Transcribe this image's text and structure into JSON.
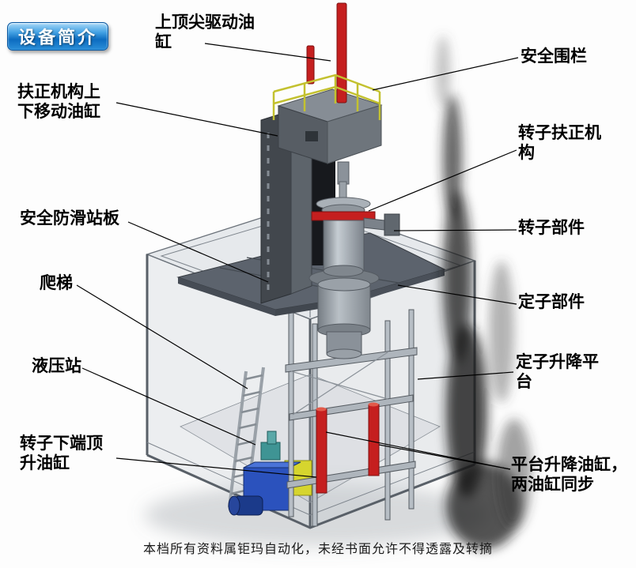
{
  "slide": {
    "title_badge": "设备简介",
    "footer": "本档所有资料属钜玛自动化，未经书面允许不得透露及转摘",
    "colors": {
      "badge_blue": "#0d6cc0",
      "cylinder_red": "#c51f1f",
      "railing_yellow": "#c3c12f",
      "hydraulic_blue": "#2b52bd",
      "platform_gray": "#5c636d",
      "smudge_black": "#1b1b1b"
    }
  },
  "annotations": [
    {
      "label": "上顶尖驱动油缸"
    },
    {
      "label": "安全围栏"
    },
    {
      "label": "扶正机构上下移动油缸"
    },
    {
      "label": "转子扶正机构"
    },
    {
      "label": "安全防滑站板"
    },
    {
      "label": "转子部件"
    },
    {
      "label": "爬梯"
    },
    {
      "label": "定子部件"
    },
    {
      "label": "液压站"
    },
    {
      "label": "定子升降平台"
    },
    {
      "label": "转子下端顶升油缸"
    },
    {
      "label": "平台升降油缸，两油缸同步"
    }
  ]
}
